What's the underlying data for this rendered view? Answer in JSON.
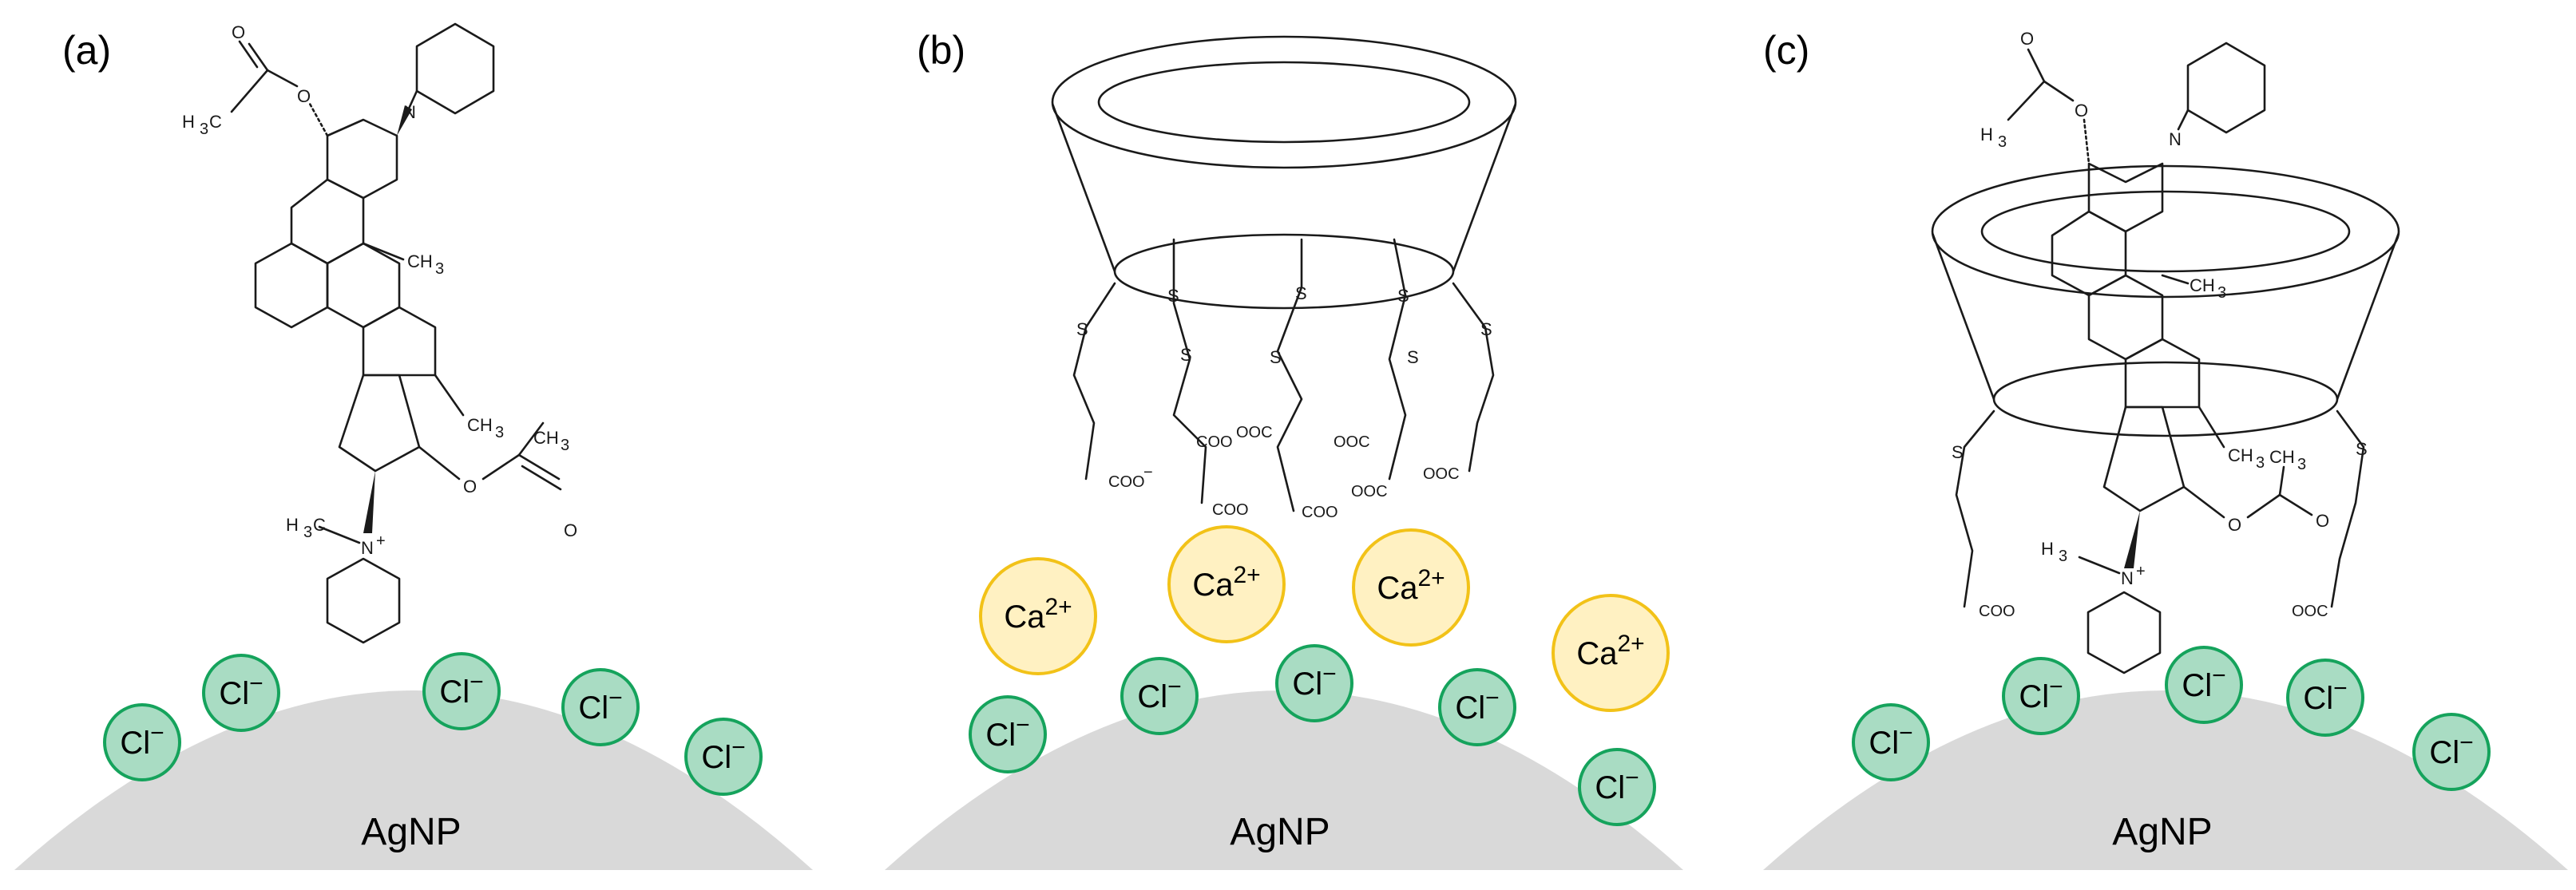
{
  "colors": {
    "agnp": "#d9d9d9",
    "chloride_fill": "#a9dcc3",
    "chloride_stroke": "#15a35c",
    "calcium_fill": "#fff1c2",
    "calcium_stroke": "#f2c218"
  },
  "labels": {
    "panel_a": "(a)",
    "panel_b": "(b)",
    "panel_c": "(c)",
    "agnp": "AgNP",
    "chloride": "Cl",
    "chloride_charge": "−",
    "calcium": "Ca",
    "calcium_charge": "2+"
  },
  "atoms": {
    "N": "N",
    "N_plus": "N",
    "plus": "+",
    "O": "O",
    "S": "S",
    "CH3": "CH",
    "H3C": "H",
    "sub3": "3",
    "C": "C",
    "COO": "COO",
    "OOC": "OOC",
    "minus": "−"
  }
}
